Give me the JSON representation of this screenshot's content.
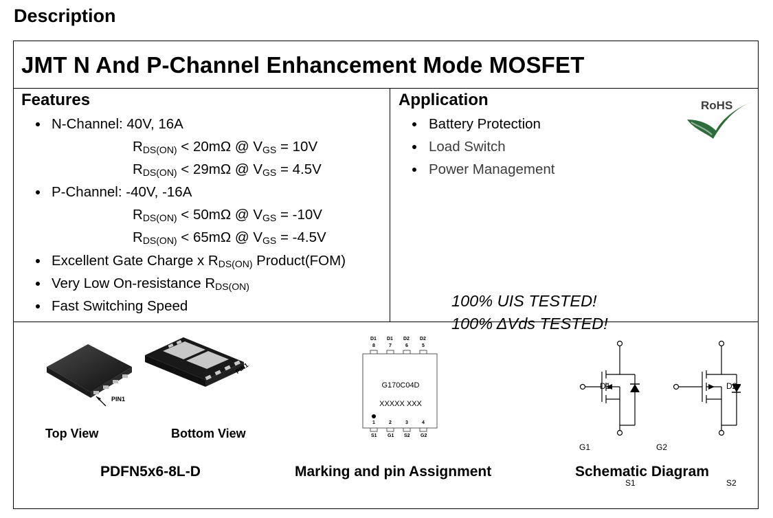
{
  "section_heading": "Description",
  "title": "JMT N And P-Channel Enhancement Mode MOSFET",
  "features": {
    "heading": "Features",
    "n_channel": {
      "label": "N-Channel: 40V, 16A",
      "rds1": {
        "r": "R",
        "r_sub": "DS(ON)",
        "mid": " < 20mΩ @ V",
        "v_sub": "GS",
        "tail": " = 10V"
      },
      "rds2": {
        "r": "R",
        "r_sub": "DS(ON)",
        "mid": " < 29mΩ @ V",
        "v_sub": "GS",
        "tail": " = 4.5V"
      }
    },
    "p_channel": {
      "label": "P-Channel: -40V, -16A",
      "rds1": {
        "r": "R",
        "r_sub": "DS(ON)",
        "mid": " < 50mΩ @ V",
        "v_sub": "GS",
        "tail": " = -10V"
      },
      "rds2": {
        "r": "R",
        "r_sub": "DS(ON)",
        "mid": " < 65mΩ @ V",
        "v_sub": "GS",
        "tail": " = -4.5V"
      }
    },
    "gate_charge": {
      "pre": "Excellent Gate Charge x R",
      "sub": "DS(ON)",
      "post": " Product(FOM)"
    },
    "low_on": {
      "pre": "Very Low On-resistance R",
      "sub": "DS(ON)"
    },
    "fast": "Fast Switching Speed"
  },
  "application": {
    "heading": "Application",
    "items": [
      "Battery Protection",
      "Load Switch",
      "Power Management"
    ],
    "rohs": "RoHS",
    "tested1": "100% UIS TESTED!",
    "tested2": "100% ΔVds TESTED!"
  },
  "package": {
    "top_view": "Top View",
    "bottom_view": "Bottom View",
    "pin1_a": "PIN1",
    "pin1_b": "PIN1",
    "caption": "PDFN5x6-8L-D"
  },
  "marking": {
    "top_pins": [
      "D1",
      "D1",
      "D2",
      "D2"
    ],
    "top_nums": [
      "8",
      "7",
      "6",
      "5"
    ],
    "bottom_nums": [
      "1",
      "2",
      "3",
      "4"
    ],
    "bottom_pins": [
      "S1",
      "G1",
      "S2",
      "G2"
    ],
    "code1": "G170C04D",
    "code2": "XXXXX XXX",
    "caption": "Marking and pin Assignment"
  },
  "schematic": {
    "d1": "D1",
    "g1": "G1",
    "s1": "S1",
    "d2": "D2",
    "g2": "G2",
    "s2": "S2",
    "caption": "Schematic Diagram"
  },
  "colors": {
    "rohs_green": "#2e6b3a",
    "rohs_light": "#8fb59a"
  }
}
